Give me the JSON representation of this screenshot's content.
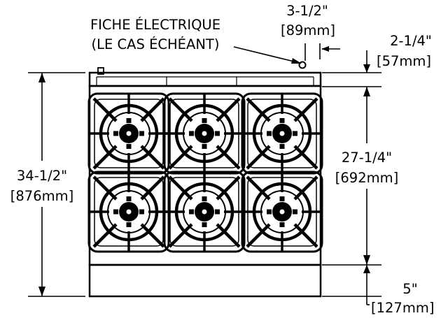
{
  "plug_note": {
    "line1": "FICHE ÉLECTRIQUE",
    "line2": "(LE CAS ÉCHÉANT)"
  },
  "dimensions": {
    "plug_offset": {
      "imperial": "3-1/2\"",
      "metric": "[89mm]"
    },
    "top_clearance": {
      "imperial": "2-1/4\"",
      "metric": "[57mm]"
    },
    "total_height": {
      "imperial": "34-1/2\"",
      "metric": "[876mm]"
    },
    "range_body": {
      "imperial": "27-1/4\"",
      "metric": "[692mm]"
    },
    "kick_plate": {
      "imperial": "5\"",
      "metric": "[127mm]"
    }
  },
  "range": {
    "burner_rows": 2,
    "burner_cols": 3,
    "line_color": "#000000"
  }
}
